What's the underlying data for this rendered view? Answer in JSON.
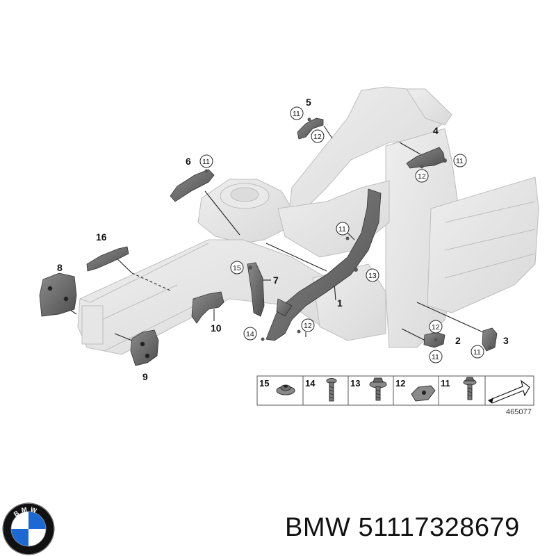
{
  "diagram": {
    "callouts": {
      "c1": "1",
      "c2": "2",
      "c3": "3",
      "c4": "4",
      "c5": "5",
      "c6": "6",
      "c7": "7",
      "c8": "8",
      "c9": "9",
      "c10": "10",
      "c16": "16"
    },
    "circled": {
      "n11": "11",
      "n12": "12",
      "n13": "13",
      "n14": "14",
      "n15": "15"
    },
    "legend": {
      "items": [
        "15",
        "14",
        "13",
        "12",
        "11"
      ]
    },
    "diagram_id": "465077"
  },
  "footer": {
    "brand": "BMW",
    "part_number": "51117328679",
    "logo_letters": "BMW"
  },
  "colors": {
    "body_gray": "#e4e4e4",
    "part_dark": "#6e6e6e",
    "logo_blue": "#1c69d4",
    "logo_ring": "#111111"
  }
}
